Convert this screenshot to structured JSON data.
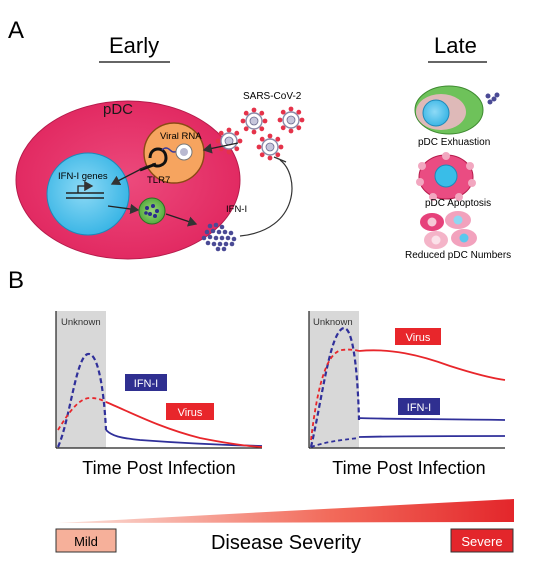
{
  "panel_a": {
    "label": "A",
    "early_title": "Early",
    "late_title": "Late",
    "cell_label": "pDC",
    "virus_label": "SARS-CoV-2",
    "viral_rna_label": "Viral RNA",
    "tlr7_label": "TLR7",
    "ifn_genes_label": "IFN-I genes",
    "ifn_label": "IFN-I",
    "late_items": [
      "pDC Exhuastion",
      "pDC Apoptosis",
      "Reduced pDC Numbers"
    ]
  },
  "panel_b": {
    "label": "B",
    "left_plot": {
      "shade_label": "Unknown",
      "ifn_label": "IFN-I",
      "virus_label": "Virus",
      "xlabel": "Time Post Infection"
    },
    "right_plot": {
      "shade_label": "Unknown",
      "ifn_label": "IFN-I",
      "virus_label": "Virus",
      "xlabel": "Time Post Infection"
    },
    "severity": {
      "mild_label": "Mild",
      "severe_label": "Severe",
      "title": "Disease Severity"
    }
  },
  "colors": {
    "cell_pink": "#e8336b",
    "nucleus_blue": "#5bc8ee",
    "endosome_orange": "#f5a15a",
    "ifn_navy": "#2b2b8c",
    "virus_red": "#e8262b",
    "shade_gray": "#d6d6d6"
  }
}
